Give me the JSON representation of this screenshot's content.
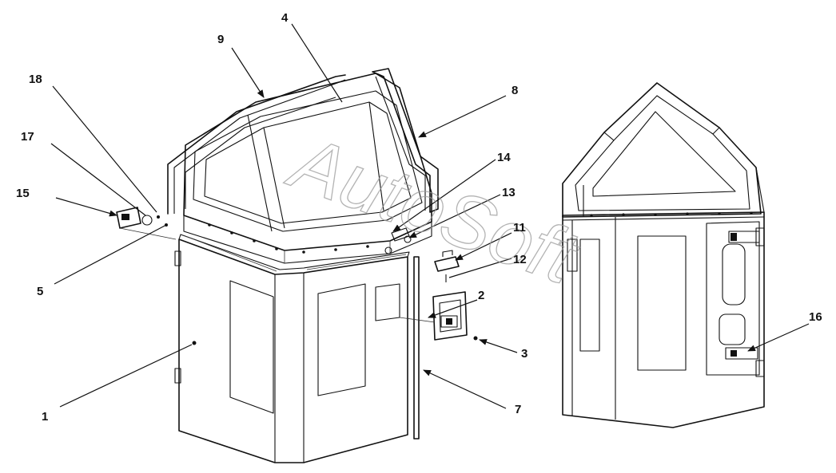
{
  "watermark": "AutoSoft",
  "callouts": [
    {
      "id": "1",
      "label": "1"
    },
    {
      "id": "2",
      "label": "2"
    },
    {
      "id": "3",
      "label": "3"
    },
    {
      "id": "4",
      "label": "4"
    },
    {
      "id": "5",
      "label": "5"
    },
    {
      "id": "7",
      "label": "7"
    },
    {
      "id": "8",
      "label": "8"
    },
    {
      "id": "9",
      "label": "9"
    },
    {
      "id": "11",
      "label": "11"
    },
    {
      "id": "12",
      "label": "12"
    },
    {
      "id": "13",
      "label": "13"
    },
    {
      "id": "14",
      "label": "14"
    },
    {
      "id": "15",
      "label": "15"
    },
    {
      "id": "16",
      "label": "16"
    },
    {
      "id": "17",
      "label": "17"
    },
    {
      "id": "18",
      "label": "18"
    }
  ]
}
